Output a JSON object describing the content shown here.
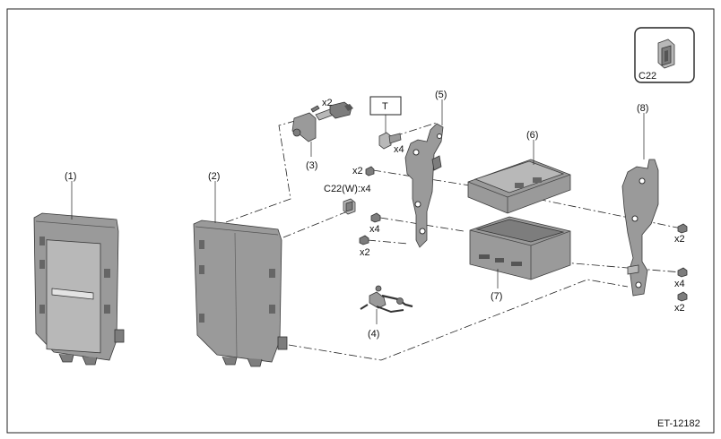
{
  "figure_id": "ET-12182",
  "tool_box": {
    "label": "C22"
  },
  "torque_box": {
    "label": "T"
  },
  "parts": [
    {
      "num": "(1)"
    },
    {
      "num": "(2)"
    },
    {
      "num": "(3)"
    },
    {
      "num": "(4)"
    },
    {
      "num": "(5)"
    },
    {
      "num": "(6)"
    },
    {
      "num": "(7)"
    },
    {
      "num": "(8)"
    }
  ],
  "qty": {
    "p3_screw": "x2",
    "p5_bolt": "x4",
    "p5_screw_top": "x2",
    "p5_screw_mid": "x4",
    "p5_screw_low": "x2",
    "clip": "C22(W):x4",
    "p8_top": "x2",
    "p8_mid": "x4",
    "p8_low": "x2"
  }
}
